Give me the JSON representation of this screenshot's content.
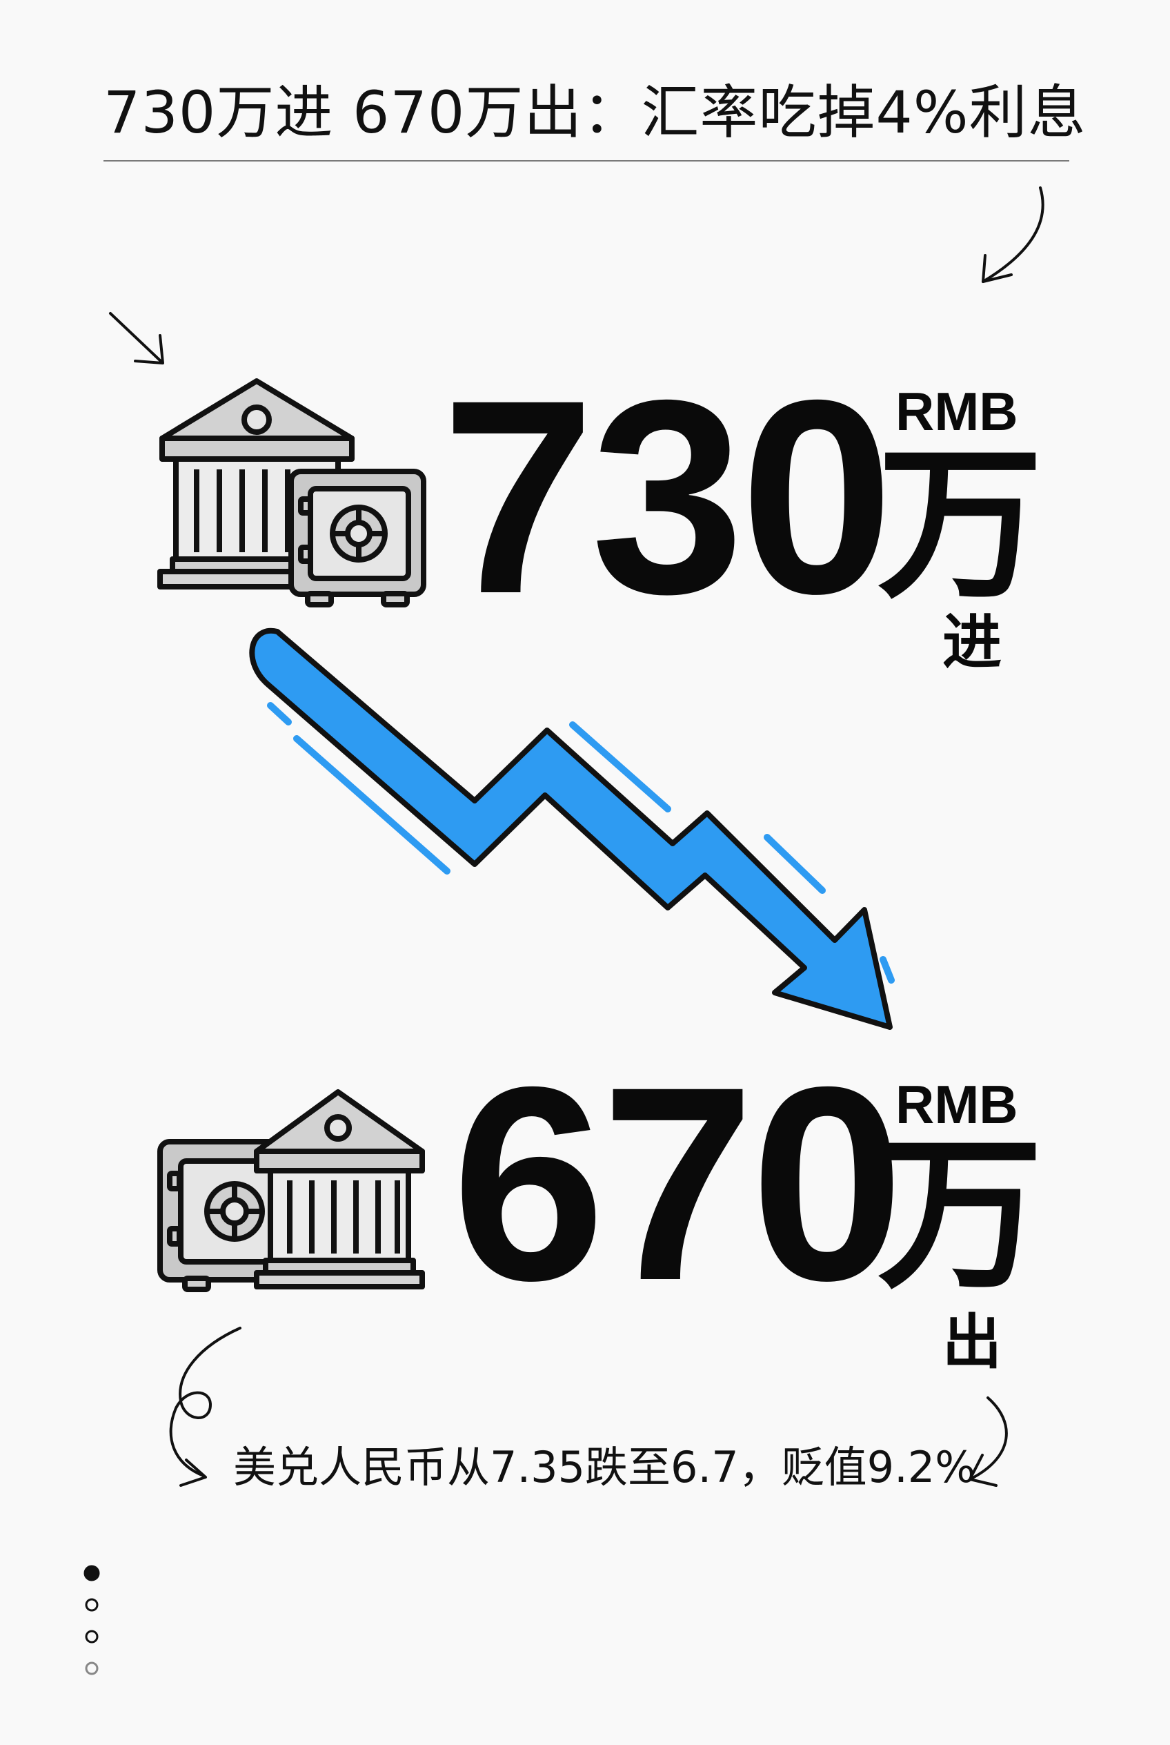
{
  "title": "730万进 670万出：汇率吃掉4%利息",
  "amount_in": {
    "value": "730",
    "unit": "RMB",
    "wan": "万",
    "direction": "进"
  },
  "amount_out": {
    "value": "670",
    "unit": "RMB",
    "wan": "万",
    "direction": "出"
  },
  "caption": "美兑人民币从7.35跌至6.7，贬值9.2%",
  "icons": {
    "top_group": [
      "bank-icon",
      "safe-icon"
    ],
    "bottom_group": [
      "safe-icon",
      "bank-icon"
    ],
    "trend": "down-trend-arrow-icon"
  },
  "colors": {
    "arrow_blue": "#2e9bf2",
    "arrow_outline": "#111111",
    "icon_gray": "#cfcfcf",
    "icon_light": "#e6e6e6",
    "text": "#111111",
    "background": "#f9f9f9"
  },
  "page_indicator": {
    "count": 4,
    "active": 1
  }
}
